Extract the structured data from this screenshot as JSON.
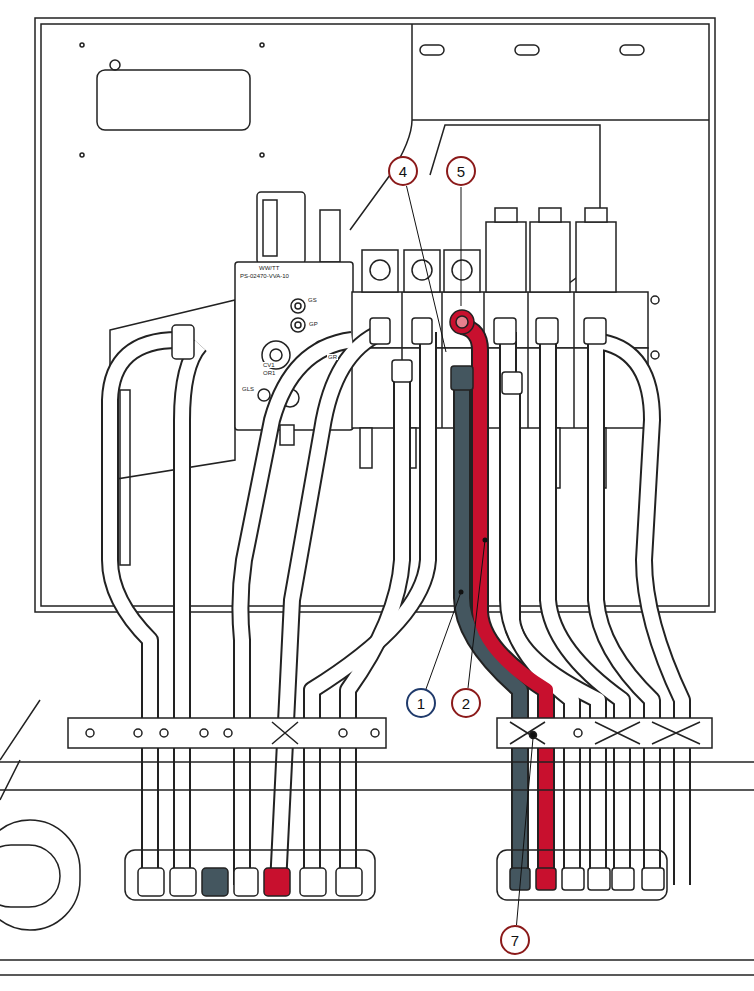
{
  "diagram": {
    "nodes": [
      {
        "text": [
          "4"
        ]
      },
      {
        "text": [
          "5"
        ]
      },
      {
        "text": [
          "1"
        ]
      },
      {
        "text": [
          "2"
        ]
      },
      {
        "text": [
          "7"
        ]
      }
    ],
    "labels": [
      "WW/TT",
      "PS-02470-VVA-10",
      "GS",
      "GP",
      "GR",
      "CV1",
      "OR1",
      "GLS"
    ]
  }
}
